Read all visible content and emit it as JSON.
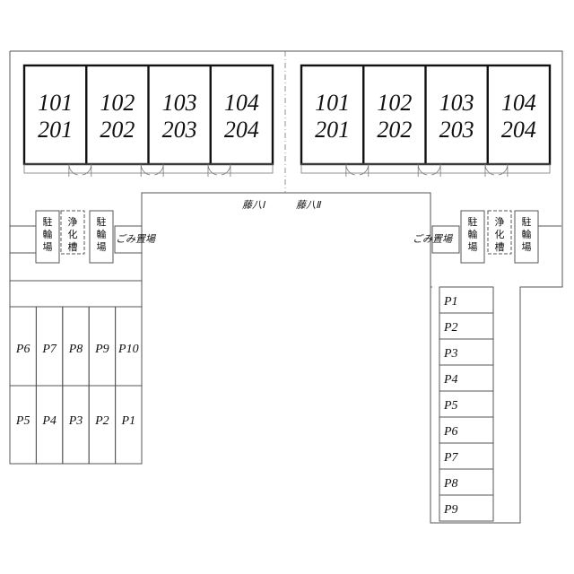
{
  "plan": {
    "building_left": {
      "label": "藤八Ⅰ",
      "units": [
        {
          "upper": "101",
          "lower": "201"
        },
        {
          "upper": "102",
          "lower": "202"
        },
        {
          "upper": "103",
          "lower": "203"
        },
        {
          "upper": "104",
          "lower": "204"
        }
      ]
    },
    "building_right": {
      "label": "藤八Ⅱ",
      "units": [
        {
          "upper": "101",
          "lower": "201"
        },
        {
          "upper": "102",
          "lower": "202"
        },
        {
          "upper": "103",
          "lower": "203"
        },
        {
          "upper": "104",
          "lower": "204"
        }
      ]
    },
    "facilities": {
      "bike_parking": "駐輪場",
      "septic_tank": "浄化槽",
      "garbage": "ごみ置場"
    },
    "left_parking_top": [
      "P6",
      "P7",
      "P8",
      "P9",
      "P10"
    ],
    "left_parking_bottom": [
      "P5",
      "P4",
      "P3",
      "P2",
      "P1"
    ],
    "right_parking": [
      "P1",
      "P2",
      "P3",
      "P4",
      "P5",
      "P6",
      "P7",
      "P8",
      "P9"
    ]
  }
}
